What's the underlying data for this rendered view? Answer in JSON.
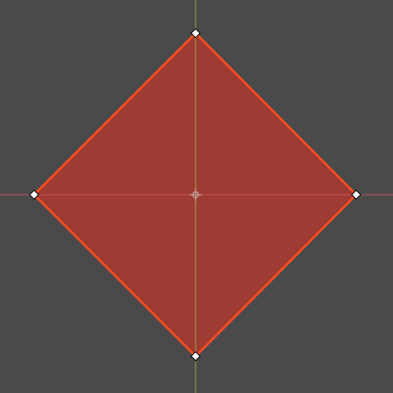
{
  "viewport": {
    "background_color": "#4a4a4a"
  },
  "axes": {
    "x_axis_color": "#d4545f",
    "y_axis_color": "#9fb04a",
    "origin_marker_color": "#c9b6a8"
  },
  "shape": {
    "type": "diamond",
    "fill_color": "#9e3b33",
    "stroke_color": "#ff4d1f",
    "vertex_fill_color": "#ffffff",
    "vertex_stroke_color": "#000000",
    "vertices": [
      "top",
      "right",
      "bottom",
      "left"
    ]
  }
}
